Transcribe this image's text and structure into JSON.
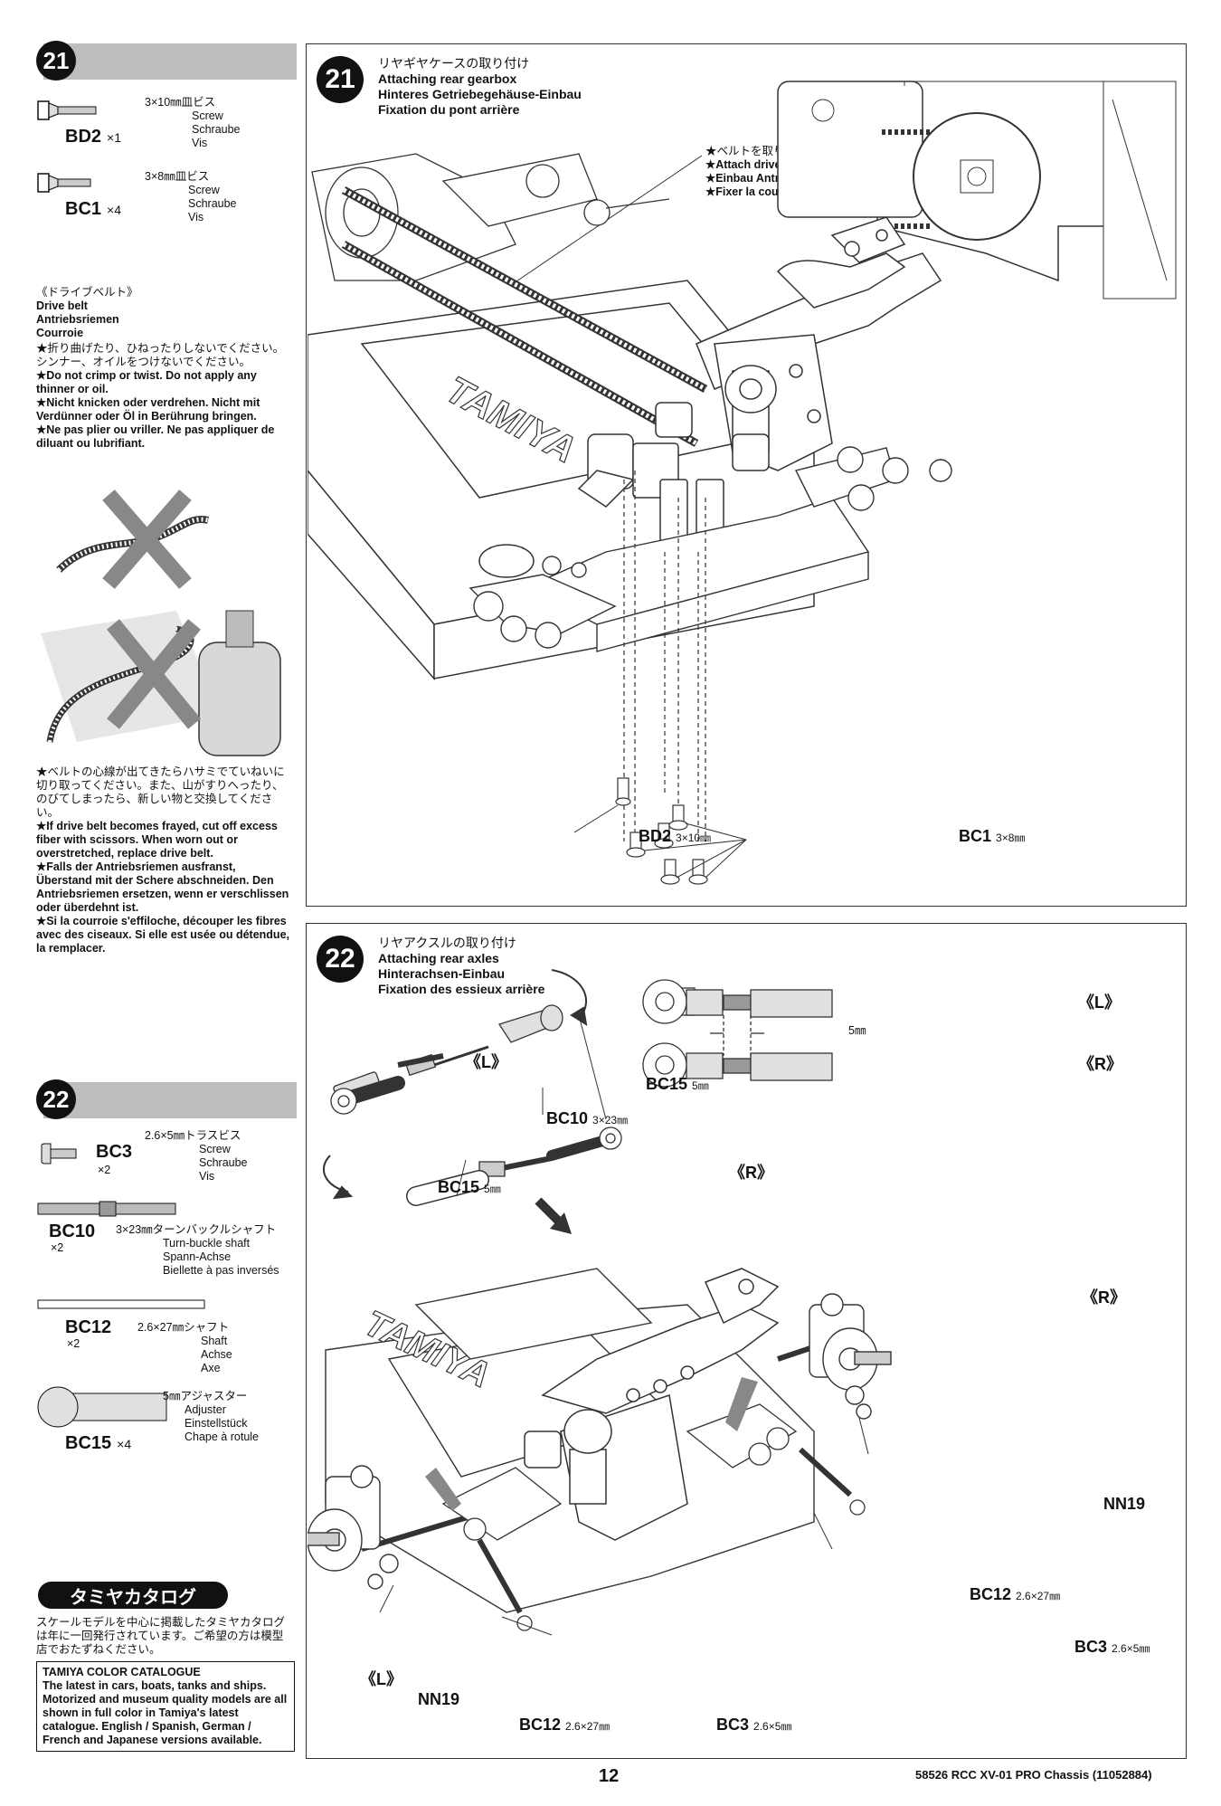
{
  "left": {
    "step21": {
      "number": "21",
      "parts": [
        {
          "code": "BD2",
          "qty": "×1",
          "jp": "3×10㎜皿ビス",
          "en": "Screw",
          "de": "Schraube",
          "fr": "Vis"
        },
        {
          "code": "BC1",
          "qty": "×4",
          "jp": "3×8㎜皿ビス",
          "en": "Screw",
          "de": "Schraube",
          "fr": "Vis"
        }
      ]
    },
    "drive_belt": {
      "jp_title": "《ドライブベルト》",
      "en": "Drive belt",
      "de": "Antriebsriemen",
      "fr": "Courroie",
      "notes1": [
        "★折り曲げたり、ひねったりしないでください。シンナー、オイルをつけないでください。",
        "★Do not crimp or twist. Do not apply any thinner or oil.",
        "★Nicht knicken oder verdrehen. Nicht mit Verdünner oder Öl in Berührung bringen.",
        "★Ne pas plier ou vriller. Ne pas appliquer de diluant ou lubrifiant."
      ],
      "notes2": [
        "★ベルトの心線が出てきたらハサミでていねいに切り取ってください。また、山がすりへったり、のびてしまったら、新しい物と交換してください。",
        "★If drive belt becomes frayed, cut off excess fiber with scissors. When worn out or overstretched, replace drive belt.",
        "★Falls der Antriebsriemen ausfranst, Überstand mit der Schere abschneiden. Den Antriebsriemen ersetzen, wenn er verschlissen oder überdehnt ist.",
        "★Si la courroie s'effiloche, découper les fibres avec des ciseaux. Si elle est usée ou détendue, la remplacer."
      ]
    },
    "step22": {
      "number": "22",
      "parts": [
        {
          "code": "BC3",
          "qty": "×2",
          "jp": "2.6×5㎜トラスビス",
          "en": "Screw",
          "de": "Schraube",
          "fr": "Vis"
        },
        {
          "code": "BC10",
          "qty": "×2",
          "jp": "3×23㎜ターンバックルシャフト",
          "en": "Turn-buckle shaft",
          "de": "Spann-Achse",
          "fr": "Biellette à pas inversés"
        },
        {
          "code": "BC12",
          "qty": "×2",
          "jp": "2.6×27㎜シャフト",
          "en": "Shaft",
          "de": "Achse",
          "fr": "Axe"
        },
        {
          "code": "BC15",
          "qty": "×4",
          "jp": "5㎜アジャスター",
          "en": "Adjuster",
          "de": "Einstellstück",
          "fr": "Chape à rotule"
        }
      ]
    },
    "catalog": {
      "title": "タミヤカタログ",
      "jp": "スケールモデルを中心に掲載したタミヤカタログは年に一回発行されています。ご希望の方は模型店でおたずねください。",
      "en_title": "TAMIYA COLOR CATALOGUE",
      "en": "The latest in cars, boats, tanks and ships. Motorized and museum quality models are all shown in full color in Tamiya's latest catalogue. English / Spanish, German / French and Japanese versions available."
    }
  },
  "panel21": {
    "number": "21",
    "jp": "リヤギヤケースの取り付け",
    "en": "Attaching rear gearbox",
    "de": "Hinteres Getriebegehäuse-Einbau",
    "fr": "Fixation du pont arrière",
    "belt_notes": [
      "★ベルトを取り付けます。",
      "★Attach drive belt.",
      "★Einbau Antriebsriemen.",
      "★Fixer la courroie."
    ],
    "label_bd2": "BD2",
    "label_bd2_size": "3×10㎜",
    "label_bc1": "BC1",
    "label_bc1_size": "3×8㎜"
  },
  "panel22": {
    "number": "22",
    "jp": "リヤアクスルの取り付け",
    "en": "Attaching rear axles",
    "de": "Hinterachsen-Einbau",
    "fr": "Fixation des essieux arrière",
    "L": "《L》",
    "R": "《R》",
    "dim": "5㎜",
    "bc15": "BC15",
    "bc15_size": "5㎜",
    "bc10": "BC10",
    "bc10_size": "3×23㎜",
    "nn19": "NN19",
    "bc12": "BC12",
    "bc12_size": "2.6×27㎜",
    "bc3": "BC3",
    "bc3_size": "2.6×5㎜"
  },
  "footer": {
    "page": "12",
    "product": "58526 RCC XV-01 PRO Chassis (11052884)"
  },
  "colors": {
    "step_bar": "#bdbdbd",
    "ink": "#111111"
  }
}
